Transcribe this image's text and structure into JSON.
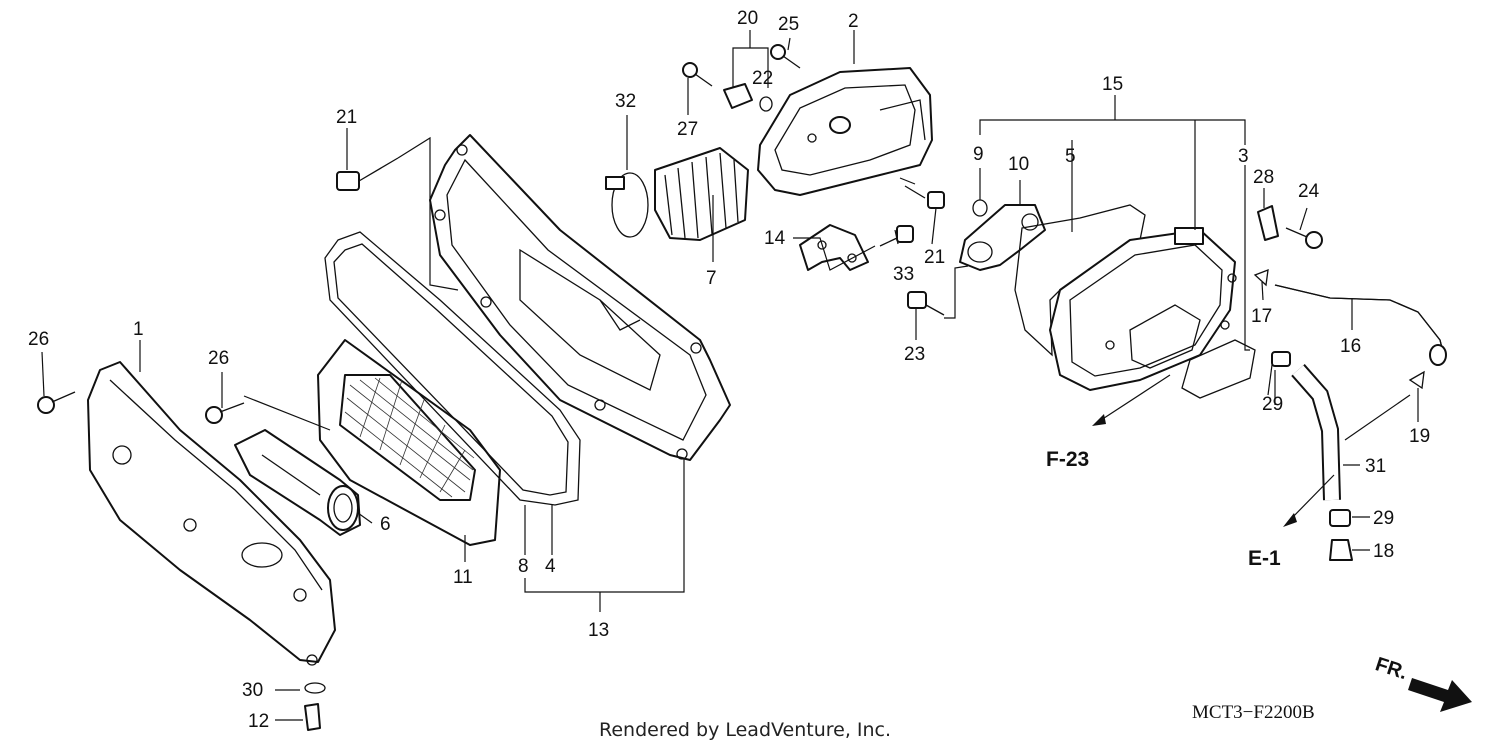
{
  "diagram": {
    "drawing_code": "MCT3−F2200B",
    "credit": "Rendered by LeadVenture, Inc.",
    "front_marker": "FR.",
    "references": [
      "F-23",
      "E-1"
    ],
    "callouts": [
      "1",
      "2",
      "3",
      "4",
      "5",
      "6",
      "7",
      "8",
      "9",
      "10",
      "11",
      "12",
      "13",
      "14",
      "15",
      "16",
      "17",
      "18",
      "19",
      "20",
      "21",
      "21",
      "22",
      "23",
      "24",
      "25",
      "26",
      "26",
      "27",
      "28",
      "29",
      "29",
      "30",
      "31",
      "32",
      "33"
    ]
  }
}
